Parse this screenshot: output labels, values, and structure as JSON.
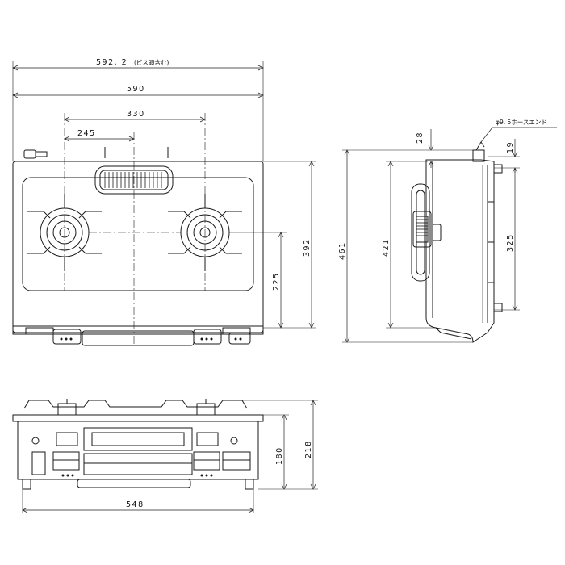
{
  "dimensions": {
    "top_overall_width": "592. 2",
    "top_overall_width_note": "(ビス頭含む)",
    "top_body_width": "590",
    "burner_spacing": "330",
    "left_burner_offset": "245",
    "burner_depth_from_front": "225",
    "top_depth": "392",
    "side_overall_depth": "461",
    "side_body_depth": "421",
    "side_top_offset": "28",
    "hose_end_note": "φ9. 5ホースエンド",
    "hose_offset": "19",
    "hose_to_bottom": "325",
    "front_height": "180",
    "front_overall_height": "218",
    "front_width": "548"
  },
  "colors": {
    "line": "#1a1a1a",
    "dim_line": "#222222"
  }
}
